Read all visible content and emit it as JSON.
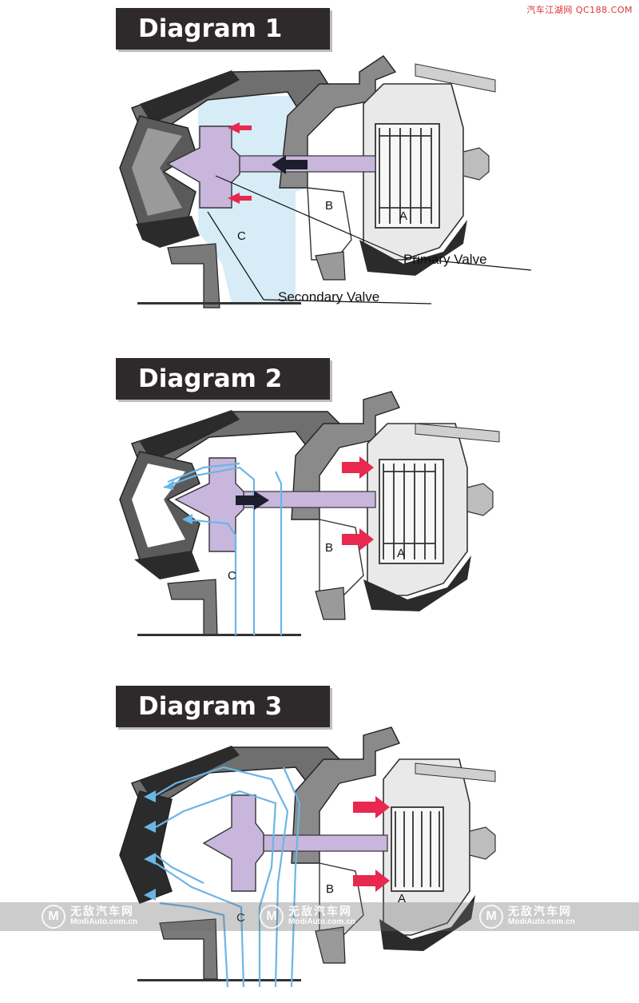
{
  "corner_watermark": "汽车江湖网 QC188.COM",
  "diagrams": [
    {
      "title": "Diagram 1",
      "labels": {
        "a": "A",
        "b": "B",
        "c": "C"
      },
      "callouts": {
        "primary": "Primary Valve",
        "secondary": "Secondary Valve"
      }
    },
    {
      "title": "Diagram 2",
      "labels": {
        "a": "A",
        "b": "B",
        "c": "C"
      }
    },
    {
      "title": "Diagram 3",
      "labels": {
        "a": "A",
        "b": "B",
        "c": "C"
      }
    }
  ],
  "watermark": {
    "badge": "M",
    "cn": "无敌汽车网",
    "en": "ModiAuto.com.cn"
  },
  "colors": {
    "housing": "#6f6f6f",
    "housing_dark": "#2b2b2b",
    "valve": "#c8b6dc",
    "chamber_c": "#d6ecf6",
    "airflow": "#6ab6e6",
    "pressure_arrow": "#e8284e",
    "background": "#ffffff"
  }
}
